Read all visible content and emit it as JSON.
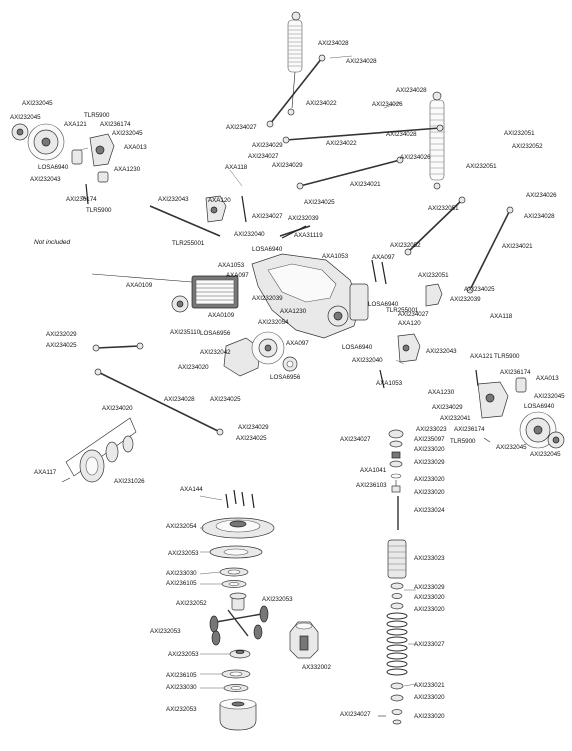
{
  "diagram": {
    "note": "Not included",
    "labels": {
      "l01": "AXI234028",
      "l02": "AXI234028",
      "l03": "AXI232045",
      "l04": "AXI232045",
      "l05": "AXA121",
      "l06": "TLR5900",
      "l07": "AXI236174",
      "l08": "AXI232045",
      "l09": "AXA013",
      "l10": "LOSA6940",
      "l11": "AXI232043",
      "l12": "AXI236174",
      "l13": "TLR5900",
      "l14": "AXA1230",
      "l15": "AXI232043",
      "l16": "AXI234022",
      "l17": "AXI234027",
      "l18": "AXI234029",
      "l19": "AXI234022",
      "l20": "AXI234027",
      "l21": "AXI234029",
      "l22": "AXI234028",
      "l23": "AXI234026",
      "l24": "AXI234028",
      "l25": "AXI234026",
      "l26": "AXI234021",
      "l27": "AXI234025",
      "l28": "AXI232051",
      "l29": "AXI232052",
      "l30": "AXI232051",
      "l31": "AXA118",
      "l32": "AXA120",
      "l33": "AXI234027",
      "l34": "AXI232039",
      "l35": "AXI232040",
      "l36": "AXA31119",
      "l37": "LOSA6940",
      "l38": "TLR255001",
      "l39": "AXA1053",
      "l40": "AXA097",
      "l41": "AXA1053",
      "l42": "AXA097",
      "l43": "AXI232051",
      "l44": "AXI232052",
      "l45": "AXI232051",
      "l46": "AXI234026",
      "l47": "AXI234028",
      "l48": "AXI234021",
      "l49": "AXI234025",
      "l50": "AXI232039",
      "l51": "AXA118",
      "l52": "AXA0109",
      "l53": "AXA0109",
      "l54": "AXI232039",
      "l55": "LOSA6940",
      "l56": "AXI235110",
      "l57": "LOSA6956",
      "l58": "AXA1230",
      "l59": "AXI232054",
      "l60": "AXI234027",
      "l61": "TLR255001",
      "l62": "AXA120",
      "l63": "AXI232043",
      "l64": "AXA097",
      "l65": "AXI232029",
      "l66": "AXI234025",
      "l67": "AXI232042",
      "l68": "AXI234020",
      "l69": "LOSA6956",
      "l70": "LOSA6940",
      "l71": "AXI232040",
      "l72": "AXA1053",
      "l73": "AXA121",
      "l74": "TLR5900",
      "l75": "AXI236174",
      "l76": "AXA013",
      "l77": "AXA1230",
      "l78": "AXI232045",
      "l79": "LOSA6940",
      "l80": "AXI234028",
      "l81": "AXI234025",
      "l82": "AXI234020",
      "l83": "AXI232041",
      "l84": "AXI234029",
      "l85": "AXI236174",
      "l86": "TLR5900",
      "l87": "AXI232045",
      "l88": "AXI232045",
      "l89": "AXI234029",
      "l90": "AXI234025",
      "l91": "AXA117",
      "l92": "AXI231026",
      "l93": "AXI233023",
      "l94": "AXI235097",
      "l95": "AXI234027",
      "l96": "AXI233020",
      "l97": "AXI233029",
      "l98": "AXA1041",
      "l99": "AXI233020",
      "l100": "AXI236103",
      "l101": "AXI233020",
      "l102": "AXA144",
      "l103": "AXI232054",
      "l104": "AXI233024",
      "l105": "AXI232053",
      "l106": "AXI233030",
      "l107": "AXI236105",
      "l108": "AXI232052",
      "l109": "AXI232053",
      "l110": "AXI232053",
      "l111": "AXI233023",
      "l112": "AXI233029",
      "l113": "AXI233020",
      "l114": "AXI233020",
      "l115": "AXI232053",
      "l116": "AX332002",
      "l117": "AXI233027",
      "l118": "AXI236105",
      "l119": "AXI233030",
      "l120": "AXI232053",
      "l121": "AXI233021",
      "l122": "AXI233020",
      "l123": "AXI234027",
      "l124": "AXI233020"
    }
  }
}
